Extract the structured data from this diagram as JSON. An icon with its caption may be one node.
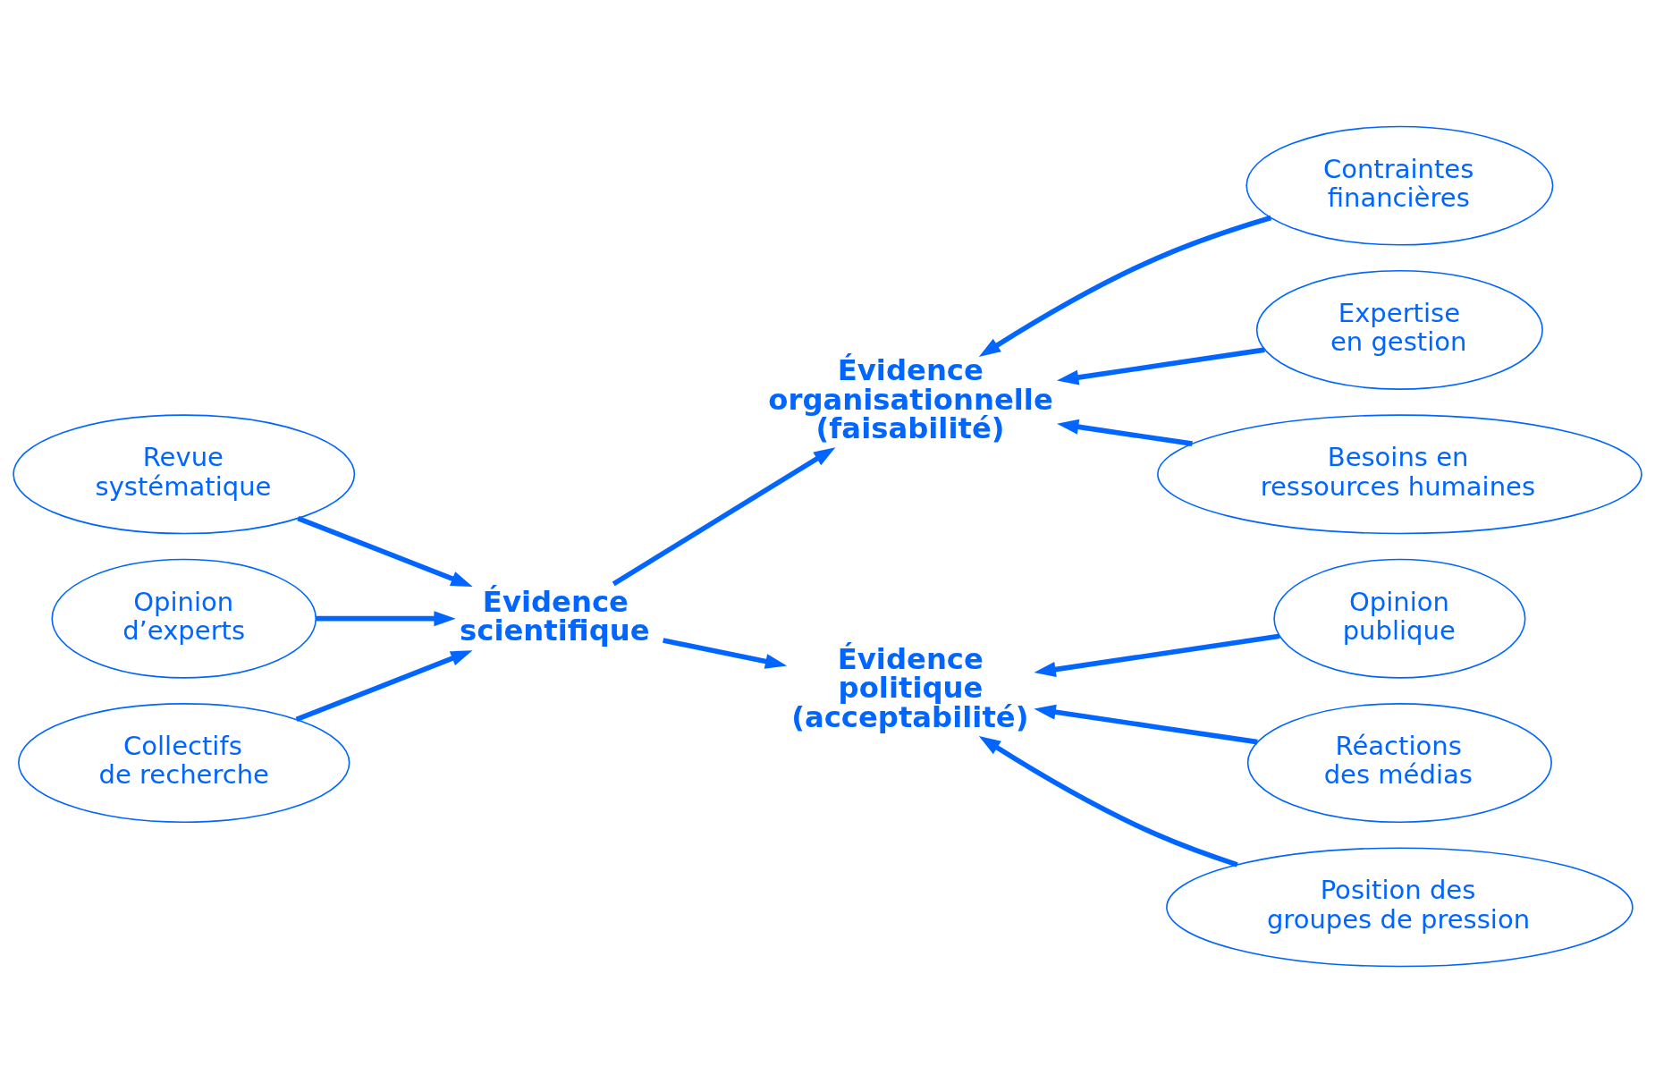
{
  "diagram": {
    "nodes": [
      {
        "text": [
          "Évidence scientifique"
        ]
      },
      {
        "text": [
          "Revue systématique"
        ]
      },
      {
        "text": [
          "Opinion d’experts"
        ]
      },
      {
        "text": [
          "Collectifs de recherche"
        ]
      },
      {
        "text": [
          "Évidence organisationnelle (faisabilité)"
        ]
      },
      {
        "text": [
          "Contraintes financières"
        ]
      },
      {
        "text": [
          "Expertise en gestion"
        ]
      },
      {
        "text": [
          "Besoins en ressources humaines"
        ]
      },
      {
        "text": [
          "Évidence politique (acceptabilité)"
        ]
      },
      {
        "text": [
          "Opinion publique"
        ]
      },
      {
        "text": [
          "Réactions des médias"
        ]
      },
      {
        "text": [
          "Position des groupes de pression"
        ]
      }
    ],
    "edges": [
      {
        "from": 1,
        "to": 0,
        "arrow": "to"
      },
      {
        "from": 2,
        "to": 0,
        "arrow": "to"
      },
      {
        "from": 3,
        "to": 0,
        "arrow": "to"
      },
      {
        "from": 0,
        "to": 4,
        "arrow": "to"
      },
      {
        "from": 0,
        "to": 8,
        "arrow": "to"
      },
      {
        "from": 5,
        "to": 4,
        "arrow": "to"
      },
      {
        "from": 6,
        "to": 4,
        "arrow": "to"
      },
      {
        "from": 7,
        "to": 4,
        "arrow": "to"
      },
      {
        "from": 9,
        "to": 8,
        "arrow": "to"
      },
      {
        "from": 10,
        "to": 8,
        "arrow": "to"
      },
      {
        "from": 11,
        "to": 8,
        "arrow": "to"
      }
    ]
  }
}
